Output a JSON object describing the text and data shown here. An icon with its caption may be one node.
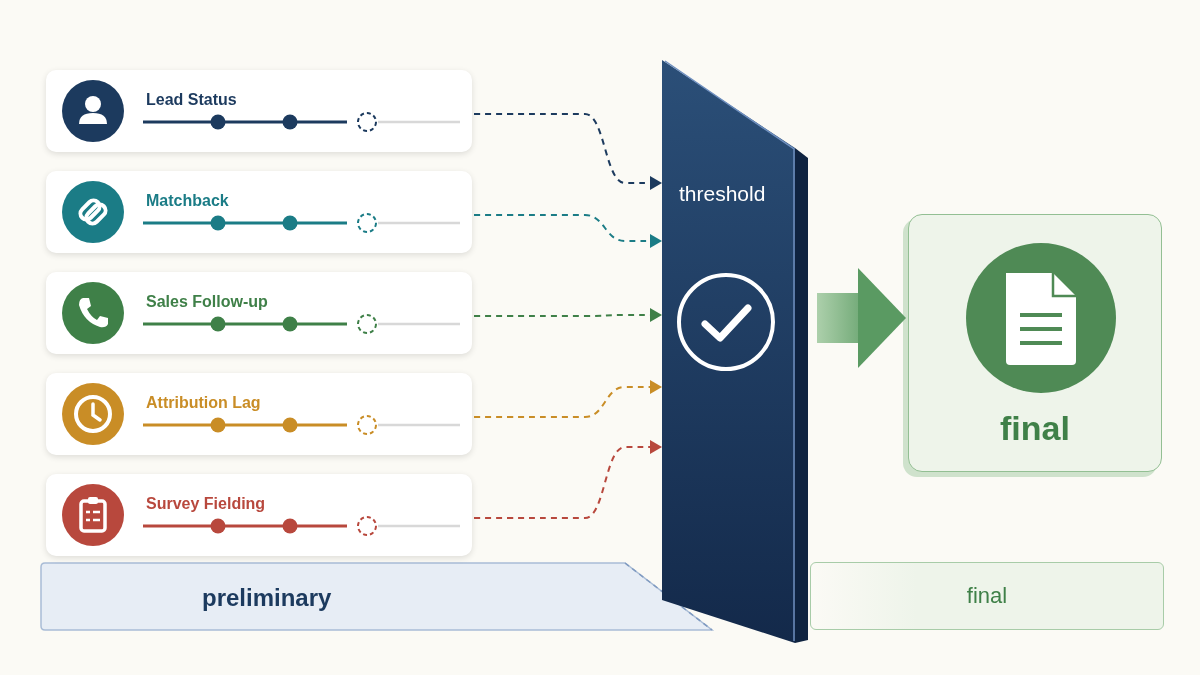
{
  "diagram": {
    "nodes": [
      {
        "text": [
          "Lead Status"
        ]
      },
      {
        "text": [
          "Matchback"
        ]
      },
      {
        "text": [
          "Sales Follow-up"
        ]
      },
      {
        "text": [
          "Attribution Lag"
        ]
      },
      {
        "text": [
          "Survey Fielding"
        ]
      },
      {
        "text": [
          "threshold"
        ]
      },
      {
        "text": [
          "final"
        ]
      },
      {
        "text": [
          "preliminary"
        ]
      },
      {
        "text": [
          "final"
        ]
      }
    ],
    "edges": [
      {
        "from": 0,
        "to": 5,
        "arrow": "to",
        "style": "dashed",
        "color": "#1c3a5e"
      },
      {
        "from": 1,
        "to": 5,
        "arrow": "to",
        "style": "dashed",
        "color": "#1b7c86"
      },
      {
        "from": 2,
        "to": 5,
        "arrow": "to",
        "style": "dashed",
        "color": "#3f8048"
      },
      {
        "from": 3,
        "to": 5,
        "arrow": "to",
        "style": "dashed",
        "color": "#c98d26"
      },
      {
        "from": 4,
        "to": 5,
        "arrow": "to",
        "style": "dashed",
        "color": "#b8483d"
      },
      {
        "from": 5,
        "to": 6,
        "arrow": "to",
        "style": "thick",
        "color": "#5a9a62"
      }
    ]
  }
}
